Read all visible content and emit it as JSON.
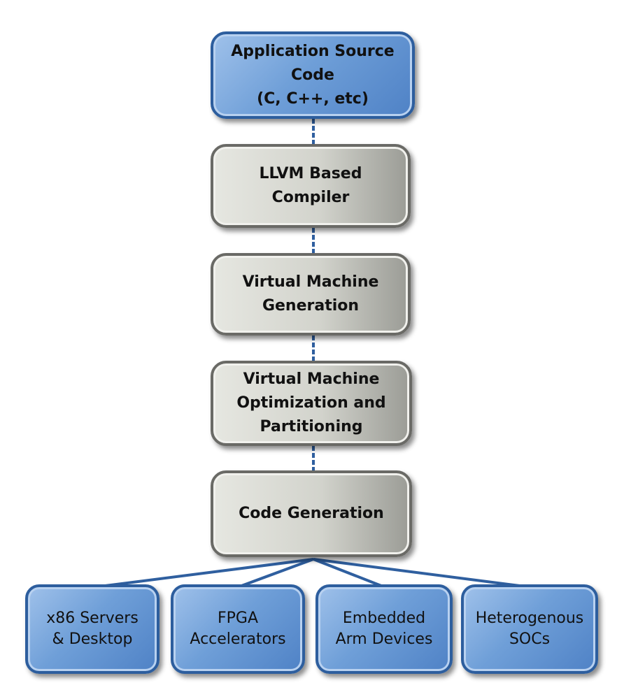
{
  "diagram": {
    "source": {
      "lines": [
        "Application Source",
        "Code",
        "(C, C++, etc)"
      ]
    },
    "stages": [
      {
        "lines": [
          "LLVM Based",
          "Compiler"
        ]
      },
      {
        "lines": [
          "Virtual Machine",
          "Generation"
        ]
      },
      {
        "lines": [
          "Virtual Machine",
          "Optimization and",
          "Partitioning"
        ]
      },
      {
        "lines": [
          "Code Generation"
        ]
      }
    ],
    "targets": [
      {
        "lines": [
          "x86 Servers",
          "& Desktop"
        ]
      },
      {
        "lines": [
          "FPGA",
          "Accelerators"
        ]
      },
      {
        "lines": [
          "Embedded",
          "Arm Devices"
        ]
      },
      {
        "lines": [
          "Heterogenous",
          "SOCs"
        ]
      }
    ]
  },
  "colors": {
    "blue_box": "#6f9fd8",
    "gray_box": "#d2d3cc",
    "connector": "#2f5f9f"
  }
}
